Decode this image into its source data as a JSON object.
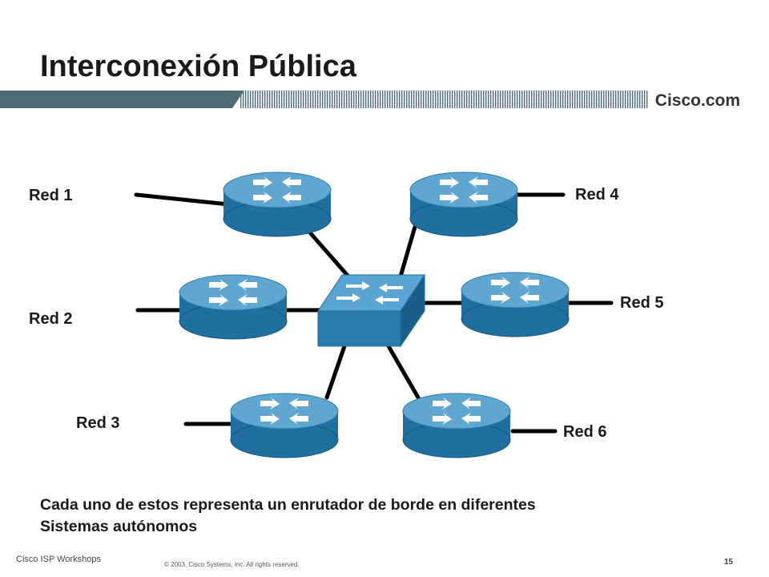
{
  "slide": {
    "title": "Interconexión Pública",
    "brand": "Cisco.com",
    "footer_left": "Cisco ISP Workshops",
    "footer_copyright": "© 2003, Cisco Systems, Inc. All rights reserved.",
    "page_number": "15"
  },
  "networks": [
    "Red 1",
    "Red 2",
    "Red 3",
    "Red 4",
    "Red 5",
    "Red 6"
  ],
  "caption": {
    "line1": "Cada uno de estos representa un enrutador de borde en diferentes",
    "line2": "Sistemas autónomos"
  },
  "colors": {
    "router_side": "#1f6fa0",
    "router_top": "#5fa7d1",
    "switch_front": "#2a7ab0",
    "switch_top": "#5aa5d3",
    "bar_dark": "#4f6b78"
  }
}
